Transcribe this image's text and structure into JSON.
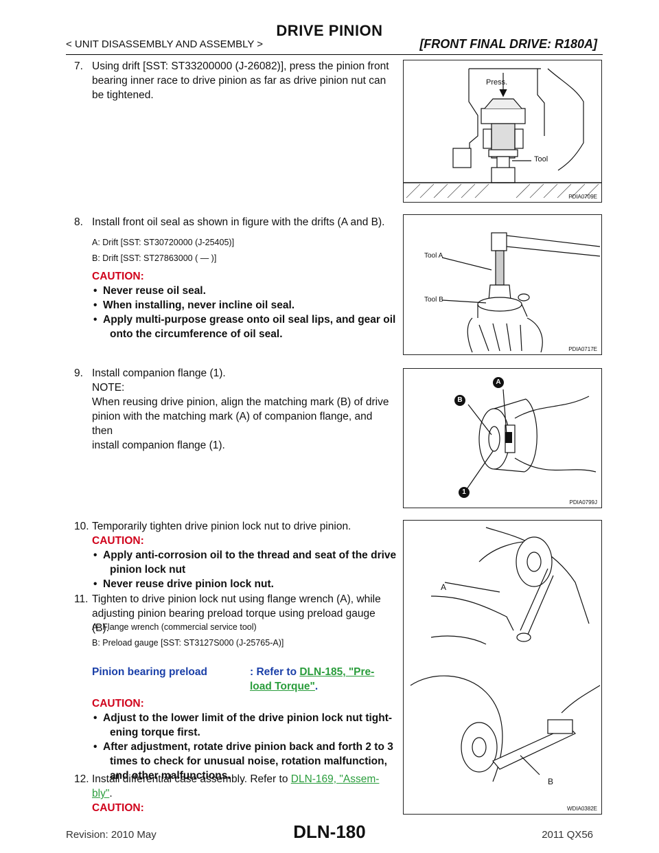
{
  "header": {
    "title": "DRIVE PINION",
    "section": "< UNIT DISASSEMBLY AND ASSEMBLY >",
    "right": "[FRONT FINAL DRIVE: R180A]"
  },
  "steps": {
    "s7": {
      "num": "7.",
      "text1": "Using drift [SST: ST33200000 (J-26082)], press the pinion front",
      "text2": "bearing inner race to drive pinion as far as drive pinion nut can",
      "text3": "be tightened."
    },
    "s8": {
      "num": "8.",
      "text": "Install front oil seal as shown in figure with the drifts (A and B).",
      "legend_a": "A: Drift [SST: ST30720000 (J-25405)]",
      "legend_b": "B: Drift [SST: ST27863000 (       —      )]",
      "caution": "CAUTION:",
      "c1": "Never reuse oil seal.",
      "c2": "When installing, never incline oil seal.",
      "c3a": "Apply multi-purpose grease onto oil seal lips, and gear oil",
      "c3b": "onto the circumference of oil seal."
    },
    "s9": {
      "num": "9.",
      "text": "Install companion flange (1).",
      "note": "NOTE:",
      "n1": "When reusing drive pinion, align the matching mark (B) of drive",
      "n2": "pinion with the matching mark (A) of companion flange, and then",
      "n3": "install companion flange (1)."
    },
    "s10": {
      "num": "10.",
      "text": "Temporarily tighten drive pinion lock nut to drive pinion.",
      "caution": "CAUTION:",
      "c1a": "Apply anti-corrosion oil to the thread and seat of the drive",
      "c1b": "pinion lock nut",
      "c2": "Never reuse drive pinion lock nut."
    },
    "s11": {
      "num": "11.",
      "text1": "Tighten to drive pinion lock nut using flange wrench (A), while",
      "text2": "adjusting pinion bearing preload torque using preload gauge (B).",
      "legend_a": "A: Flange wrench (commercial service tool)",
      "legend_b": "B: Preload gauge [SST: ST3127S000 (J-25765-A)]",
      "spec_label": "Pinion bearing preload",
      "spec_prefix": ": Refer to ",
      "spec_link1": "DLN-185, \"Pre-",
      "spec_link2": "load Torque\"",
      "spec_suffix": ".",
      "caution": "CAUTION:",
      "c1a": "Adjust to the lower limit of the drive pinion lock nut tight-",
      "c1b": "ening torque first.",
      "c2a": "After adjustment, rotate drive pinion back and forth 2 to 3",
      "c2b": "times to check for unusual noise, rotation malfunction,",
      "c2c": "and other malfunctions."
    },
    "s12": {
      "num": "12.",
      "text_prefix": "Install differential case assembly. Refer to ",
      "link1": "DLN-169, \"Assem-",
      "link2": "bly\"",
      "suffix": ".",
      "caution": "CAUTION:"
    }
  },
  "figures": {
    "f1": {
      "label_press": "Press.",
      "label_tool": "Tool",
      "code": "PDIA0709E"
    },
    "f2": {
      "label_a": "Tool A",
      "label_b": "Tool B",
      "code": "PDIA0717E"
    },
    "f3": {
      "label_a": "A",
      "label_b": "B",
      "label_1": "1",
      "code": "PDIA0799J"
    },
    "f4": {
      "label_a": "A",
      "label_b": "B",
      "code": "WDIA0382E"
    }
  },
  "footer": {
    "revision": "Revision: 2010 May",
    "page": "DLN-180",
    "model": "2011 QX56"
  }
}
